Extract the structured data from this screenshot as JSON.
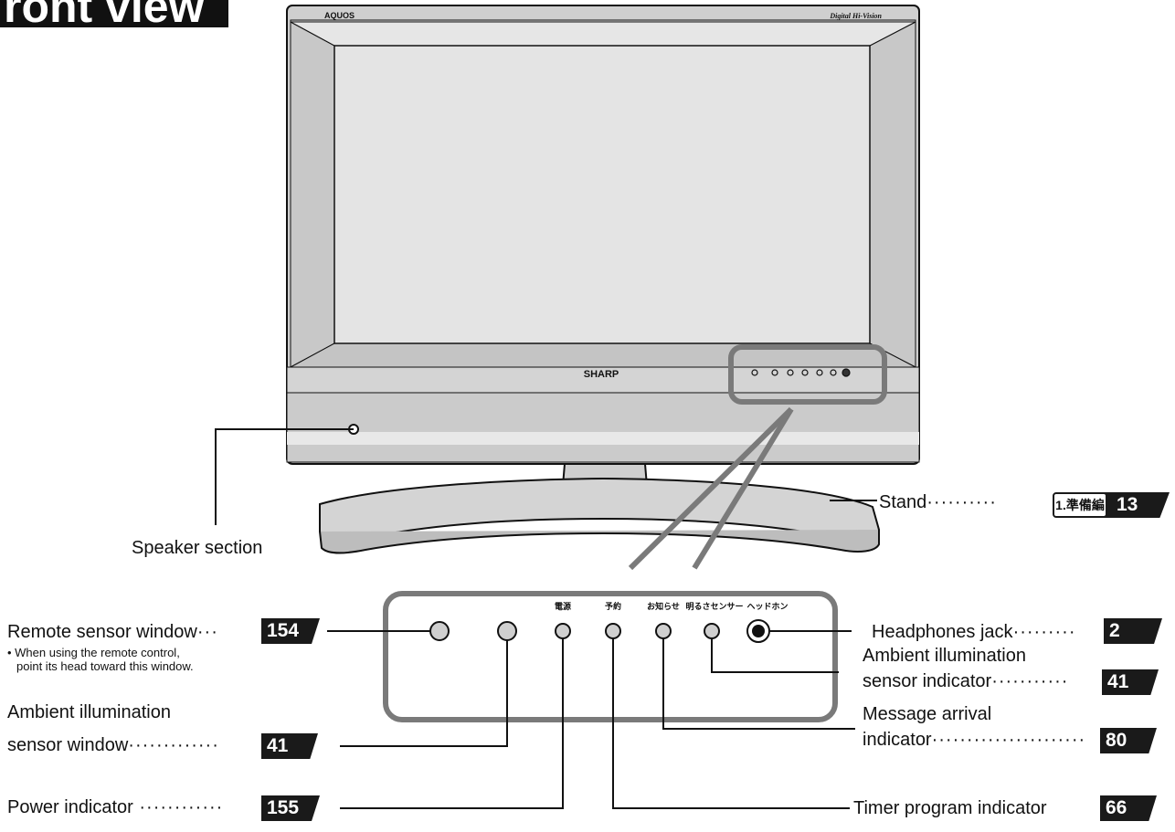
{
  "heading": "ront view",
  "tv": {
    "brand_top": "AQUOS",
    "logo_right": "Digital Hi-Vision",
    "brand_front": "SHARP"
  },
  "panel_labels": [
    "電源",
    "予約",
    "お知らせ",
    "明るさセンサー",
    "ヘッドホン"
  ],
  "callouts": {
    "speaker": {
      "label": "Speaker section"
    },
    "stand": {
      "label": "Stand",
      "chip": "1.準備編",
      "page": "13"
    },
    "remote_sensor": {
      "label": "Remote sensor window",
      "page": "154",
      "note_1": "• When using the remote control,",
      "note_2": "point its head toward this window."
    },
    "ambient_window": {
      "label_1": "Ambient illumination",
      "label_2": "sensor window",
      "page": "41"
    },
    "power": {
      "label": "Power indicator",
      "page": "155"
    },
    "headphones": {
      "label": "Headphones jack",
      "page": "2"
    },
    "ambient_indicator": {
      "label_1": "Ambient illumination",
      "label_2": "sensor indicator",
      "page": "41"
    },
    "message": {
      "label_1": "Message arrival",
      "label_2": "indicator",
      "page": "80"
    },
    "timer": {
      "label": "Timer program indicator",
      "page": "66"
    }
  }
}
